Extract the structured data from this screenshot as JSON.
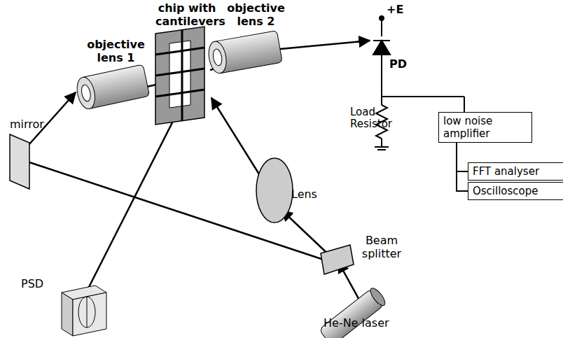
{
  "diagram": {
    "nodes": [
      {
        "text": [
          "low noise amplifier"
        ]
      },
      {
        "text": [
          "FFT analyser"
        ]
      },
      {
        "text": [
          "Oscilloscope"
        ]
      }
    ],
    "edges": [
      {
        "from": 0,
        "to": 1,
        "arrow": "none"
      },
      {
        "from": 0,
        "to": 2,
        "arrow": "none"
      }
    ],
    "labels": [
      "chip with cantilevers",
      "objective lens 1",
      "objective lens 2",
      "mirror",
      "+E",
      "PD",
      "Load Resistor",
      "Lens",
      "Beam splitter",
      "He-Ne laser",
      "PSD"
    ]
  }
}
